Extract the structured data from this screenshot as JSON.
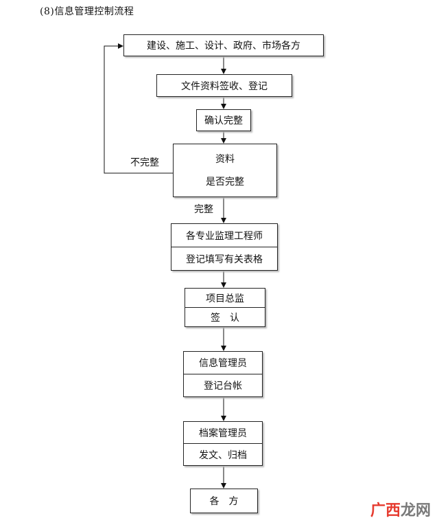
{
  "title": "(8)信息管理控制流程",
  "nodes": {
    "source": "建设、施工、设计、政府、市场各方",
    "receive": "文件资料签收、登记",
    "confirm": "确认完整",
    "decision": {
      "line1": "资料",
      "line2": "是否完整"
    },
    "engineer": {
      "line1": "各专业监理工程师",
      "line2": "登记填写有关表格"
    },
    "chief": {
      "line1": "项目总监",
      "line2": "签　认"
    },
    "info_manager": {
      "line1": "信息管理员",
      "line2": "登记台帐"
    },
    "archive_manager": {
      "line1": "档案管理员",
      "line2": "发文、归档"
    },
    "parties": "各　方"
  },
  "edge_labels": {
    "incomplete": "不完整",
    "complete": "完整"
  },
  "watermark": {
    "part1": "广西",
    "part2": "龙网"
  }
}
